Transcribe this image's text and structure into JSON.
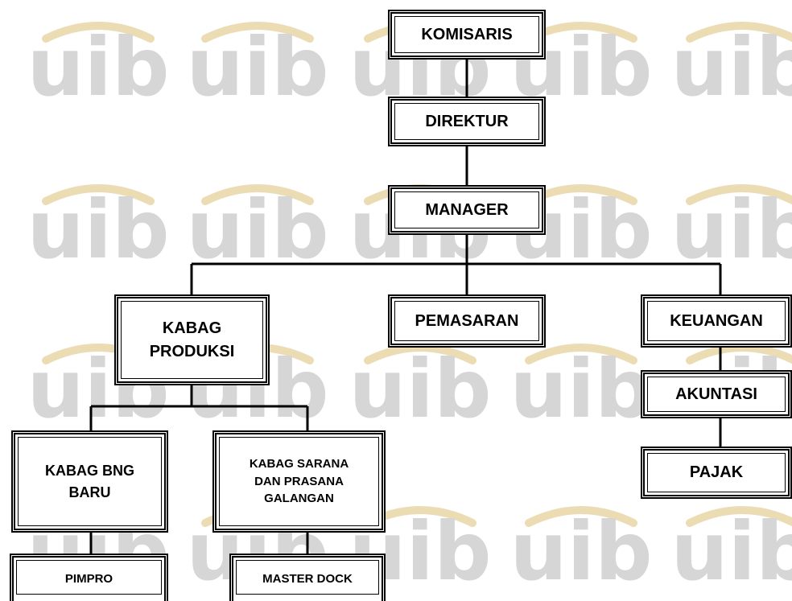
{
  "watermark": {
    "logo_text": "uib",
    "text_color": "#d6d6d6",
    "arc_color": "#ecdcb4"
  },
  "chart": {
    "nodes": {
      "komisaris": "KOMISARIS",
      "direktur": "DIREKTUR",
      "manager": "MANAGER",
      "kabag_produksi": {
        "line1": "KABAG",
        "line2": "PRODUKSI"
      },
      "pemasaran": "PEMASARAN",
      "keuangan": "KEUANGAN",
      "akuntasi": "AKUNTASI",
      "pajak": "PAJAK",
      "kabag_bng_baru": {
        "line1": "KABAG BNG",
        "line2": "BARU"
      },
      "kabag_sarana": {
        "line1": "KABAG SARANA",
        "line2": "DAN PRASANA",
        "line3": "GALANGAN"
      },
      "pimpro": "PIMPRO",
      "master_dock": "MASTER DOCK"
    }
  }
}
